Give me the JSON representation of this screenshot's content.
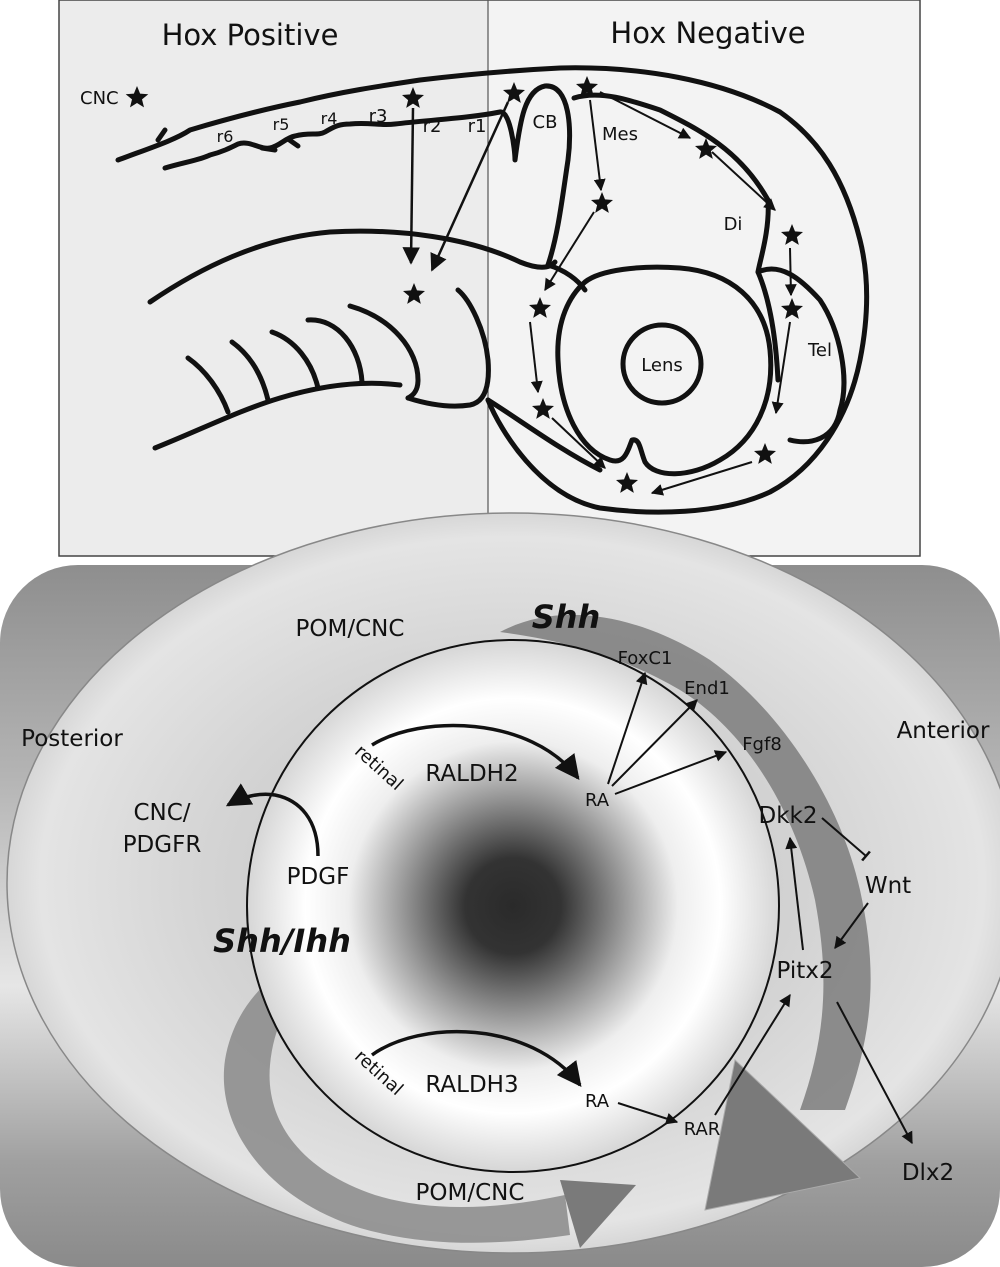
{
  "top_panel": {
    "left_title": "Hox Positive",
    "right_title": "Hox Negative",
    "legend_label": "CNC",
    "rhombomeres": [
      "r6",
      "r5",
      "r4",
      "r3",
      "r2",
      "r1"
    ],
    "regions": {
      "cb": "CB",
      "mes": "Mes",
      "di": "Di",
      "tel": "Tel",
      "lens": "Lens"
    }
  },
  "bottom_panel": {
    "pom_top": "POM/CNC",
    "pom_bottom": "POM/CNC",
    "posterior": "Posterior",
    "anterior": "Anterior",
    "shh": "Shh",
    "shh_ihh": "Shh/Ihh",
    "retinal_top": "retinal",
    "retinal_bottom": "retinal",
    "raldh2": "RALDH2",
    "raldh3": "RALDH3",
    "ra_top": "RA",
    "ra_bottom": "RA",
    "foxc1": "FoxC1",
    "end1": "End1",
    "fgf8": "Fgf8",
    "dkk2": "Dkk2",
    "wnt": "Wnt",
    "pitx2": "Pitx2",
    "rar": "RAR",
    "dlx2": "Dlx2",
    "cnc_pdgfr_line1": "CNC/",
    "cnc_pdgfr_line2": "PDGFR",
    "pdgf": "PDGF"
  },
  "colors": {
    "panel_left": "#eeeeee",
    "panel_right": "#f4f4f4",
    "outline": "#111111",
    "grey_arrow": "#7a7a7a"
  }
}
